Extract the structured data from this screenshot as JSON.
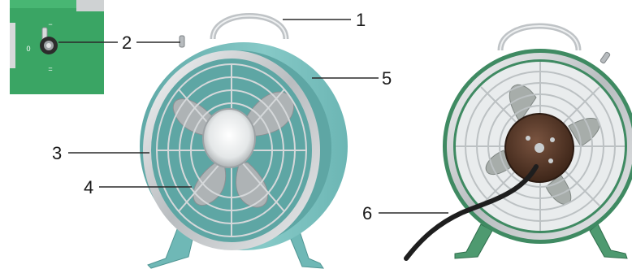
{
  "callouts": [
    {
      "id": "1",
      "label": "1"
    },
    {
      "id": "2",
      "label": "2"
    },
    {
      "id": "3",
      "label": "3"
    },
    {
      "id": "4",
      "label": "4"
    },
    {
      "id": "5",
      "label": "5"
    },
    {
      "id": "6",
      "label": "6"
    }
  ],
  "inset": {
    "switch_markings": [
      "−",
      "0",
      "="
    ]
  },
  "colors": {
    "fan_body": "#7cc2c0",
    "fan_body_rear": "#3f8a62",
    "switch_panel": "#3aa564",
    "chrome": "#c9ccce",
    "cord": "#1e1e1e",
    "motor_housing": "#5a3a2a"
  }
}
